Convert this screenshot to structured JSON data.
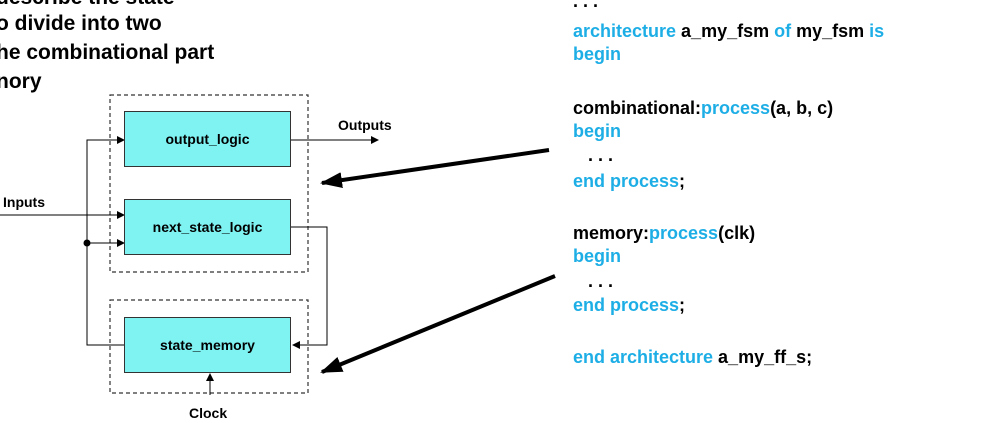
{
  "slide": {
    "intro_lines": [
      "describe the state",
      "o divide into two",
      "he combinational part",
      "nory"
    ]
  },
  "diagram": {
    "blocks": {
      "output_logic": "output_logic",
      "next_state_logic": "next_state_logic",
      "state_memory": "state_memory"
    },
    "labels": {
      "inputs": "Inputs",
      "outputs": "Outputs",
      "clock": "Clock"
    }
  },
  "code": {
    "ellipsis_top": ". . .",
    "arch_kw": "architecture",
    "arch_name": " a_my_fsm ",
    "of_kw": "of",
    "entity_name": " my_fsm ",
    "is_kw": "is",
    "begin_kw": "begin",
    "comb_label": "combinational:",
    "process_kw": "process",
    "comb_sens": "(a, b, c)",
    "ellipsis": "   . . .",
    "end_process_kw": "end process",
    "semicolon": ";",
    "mem_label": "memory:",
    "mem_sens": "(clk)",
    "end_arch_kw": "end architecture",
    "end_arch_name": " a_my_ff_s;"
  },
  "colors": {
    "keyword": "#1eaee6",
    "block_fill": "#7ff2f2"
  }
}
